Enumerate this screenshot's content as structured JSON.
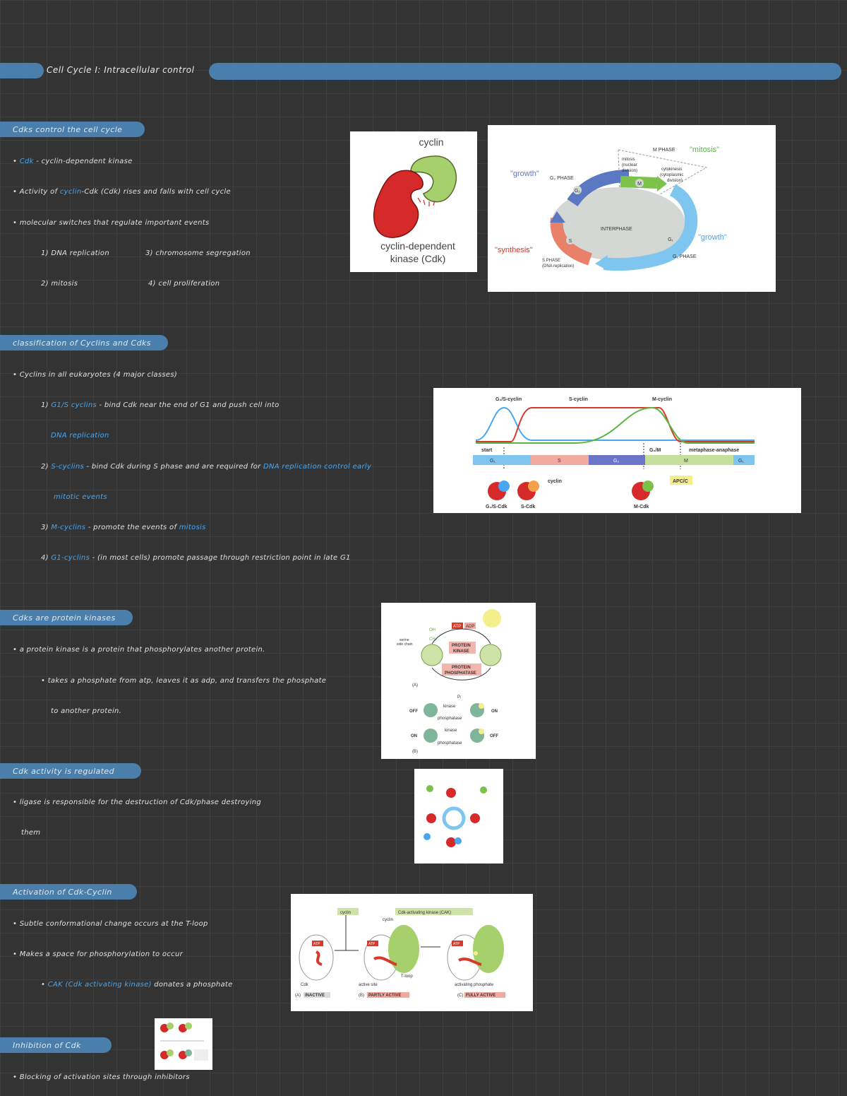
{
  "page_title": "Cell Cycle I: Intracellular control",
  "sections": [
    {
      "title": "Cdks control the cell cycle",
      "lines": [
        {
          "prefix": "• ",
          "hl": "Cdk",
          "text": " - cyclin-dependent kinase"
        },
        {
          "prefix": "• Activity of ",
          "hl": "cyclin",
          "text": "-Cdk (Cdk) rises and falls with cell cycle"
        },
        {
          "prefix": "• ",
          "hl": "",
          "text": "molecular switches that regulate important events"
        },
        {
          "prefix": "",
          "hl": "",
          "text": "1) DNA replication"
        },
        {
          "prefix": "",
          "hl": "",
          "text": "3) chromosome segregation"
        },
        {
          "prefix": "",
          "hl": "",
          "text": "2) mitosis"
        },
        {
          "prefix": "",
          "hl": "",
          "text": "4) cell proliferation"
        }
      ]
    },
    {
      "title": "classification of Cyclins and Cdks",
      "lines": [
        {
          "prefix": "• ",
          "hl": "",
          "text": "Cyclins in all eukaryotes (4 major classes)"
        },
        {
          "prefix": "1) ",
          "hl": "G1/S cyclins",
          "text": " - bind Cdk near the end of G1 and push cell into"
        },
        {
          "prefix": "",
          "hl": "DNA replication",
          "text": ""
        },
        {
          "prefix": "2) ",
          "hl": "S-cyclins",
          "text": " - bind Cdk during S phase and are required for "
        },
        {
          "prefix": "",
          "hl": "DNA replication control early",
          "text": ""
        },
        {
          "prefix": "",
          "hl": "mitotic events",
          "text": ""
        },
        {
          "prefix": "3) ",
          "hl": "M-cyclins",
          "text": " - promote the events of "
        },
        {
          "prefix": "",
          "hl": "mitosis",
          "text": ""
        },
        {
          "prefix": "4) ",
          "hl": "G1-cyclins",
          "text": " - (in most cells) promote passage through restriction point in late G1"
        }
      ]
    },
    {
      "title": "Cdks are protein kinases",
      "lines": [
        {
          "prefix": "• ",
          "hl": "",
          "text": "a protein kinase is a protein that phosphorylates another protein."
        },
        {
          "prefix": "• ",
          "hl": "",
          "text": "takes a phosphate from atp, leaves it as adp, and transfers the phosphate"
        },
        {
          "prefix": "",
          "hl": "",
          "text": "to another protein."
        }
      ]
    },
    {
      "title": "Cdk activity is regulated",
      "lines": [
        {
          "prefix": "• ",
          "hl": "",
          "text": "ligase is responsible for the destruction of Cdk/phase destroying"
        },
        {
          "prefix": "",
          "hl": "",
          "text": "them"
        }
      ]
    },
    {
      "title": "Activation of Cdk-Cyclin",
      "lines": [
        {
          "prefix": "• ",
          "hl": "",
          "text": "Subtle conformational change occurs at the T-loop"
        },
        {
          "prefix": "• ",
          "hl": "",
          "text": "Makes a space for phosphorylation to occur"
        },
        {
          "prefix": "• ",
          "hl": "CAK (Cdk activating kinase)",
          "text": " donates a phosphate"
        }
      ]
    },
    {
      "title": "Inhibition of Cdk",
      "lines": [
        {
          "prefix": "• ",
          "hl": "",
          "text": "Blocking of activation sites through inhibitors"
        }
      ]
    }
  ],
  "fig_cdk": {
    "cyclin": "cyclin",
    "cdk_line1": "cyclin-dependent",
    "cdk_line2": "kinase (Cdk)"
  },
  "fig_cycle": {
    "m_phase": "M PHASE",
    "mitosis_q": "\"mitosis\"",
    "mitosis1": "mitosis",
    "mitosis2": "(nuclear",
    "mitosis3": "division)",
    "cyto1": "cytokinesis",
    "cyto2": "(cytoplasmic",
    "cyto3": "division)",
    "growth_left": "\"growth\"",
    "g2": "G₂ PHASE",
    "interphase": "INTERPHASE",
    "growth_right": "\"growth\"",
    "synthesis": "\"synthesis\"",
    "s1": "S PHASE",
    "s2": "(DNA replication)",
    "g1": "G₁ PHASE",
    "lbl_m": "M",
    "lbl_g2": "G₂",
    "lbl_s": "S",
    "lbl_g1": "G₁"
  },
  "fig_levels": {
    "g1s": "G₁/S-cyclin",
    "s": "S-cyclin",
    "m": "M-cyclin",
    "start": "start",
    "g2m": "G₂/M",
    "meta": "metaphase-anaphase",
    "b_g1": "G₁",
    "b_s": "S",
    "b_g2": "G₂",
    "b_m": "M",
    "b_g1b": "G₁",
    "cyclin": "cyclin",
    "apcc": "APC/C",
    "g1scdk": "G₁/S-Cdk",
    "scdk": "S-Cdk",
    "mcdk": "M-Cdk"
  },
  "fig_kinase": {
    "atp": "ATP",
    "adp": "ADP",
    "pk1": "PROTEIN",
    "pk2": "KINASE",
    "pp1": "PROTEIN",
    "pp2": "PHOSPHATASE",
    "serine1": "serine",
    "serine2": "side chain",
    "oh": "OH",
    "ch2": "CH₂",
    "pi": "Pᵢ",
    "a": "(A)",
    "b": "(B)",
    "off": "OFF",
    "on": "ON",
    "kinase": "kinase",
    "phosphatase": "phosphatase"
  },
  "fig_cak": {
    "cyclin_box": "cyclin",
    "cak_box": "Cdk-activating kinase (CAK)",
    "cyclin": "cyclin",
    "atp": "ATP",
    "cdk": "Cdk",
    "active_site": "active site",
    "tloop": "T-loop",
    "act_p": "activating phosphate",
    "a": "(A)",
    "inactive": "INACTIVE",
    "b": "(B)",
    "partly": "PARTLY ACTIVE",
    "c": "(C)",
    "fully": "FULLY ACTIVE"
  },
  "colors": {
    "accent": "#4a7eab",
    "highlight": "#4aa6f0",
    "background": "#333333"
  }
}
